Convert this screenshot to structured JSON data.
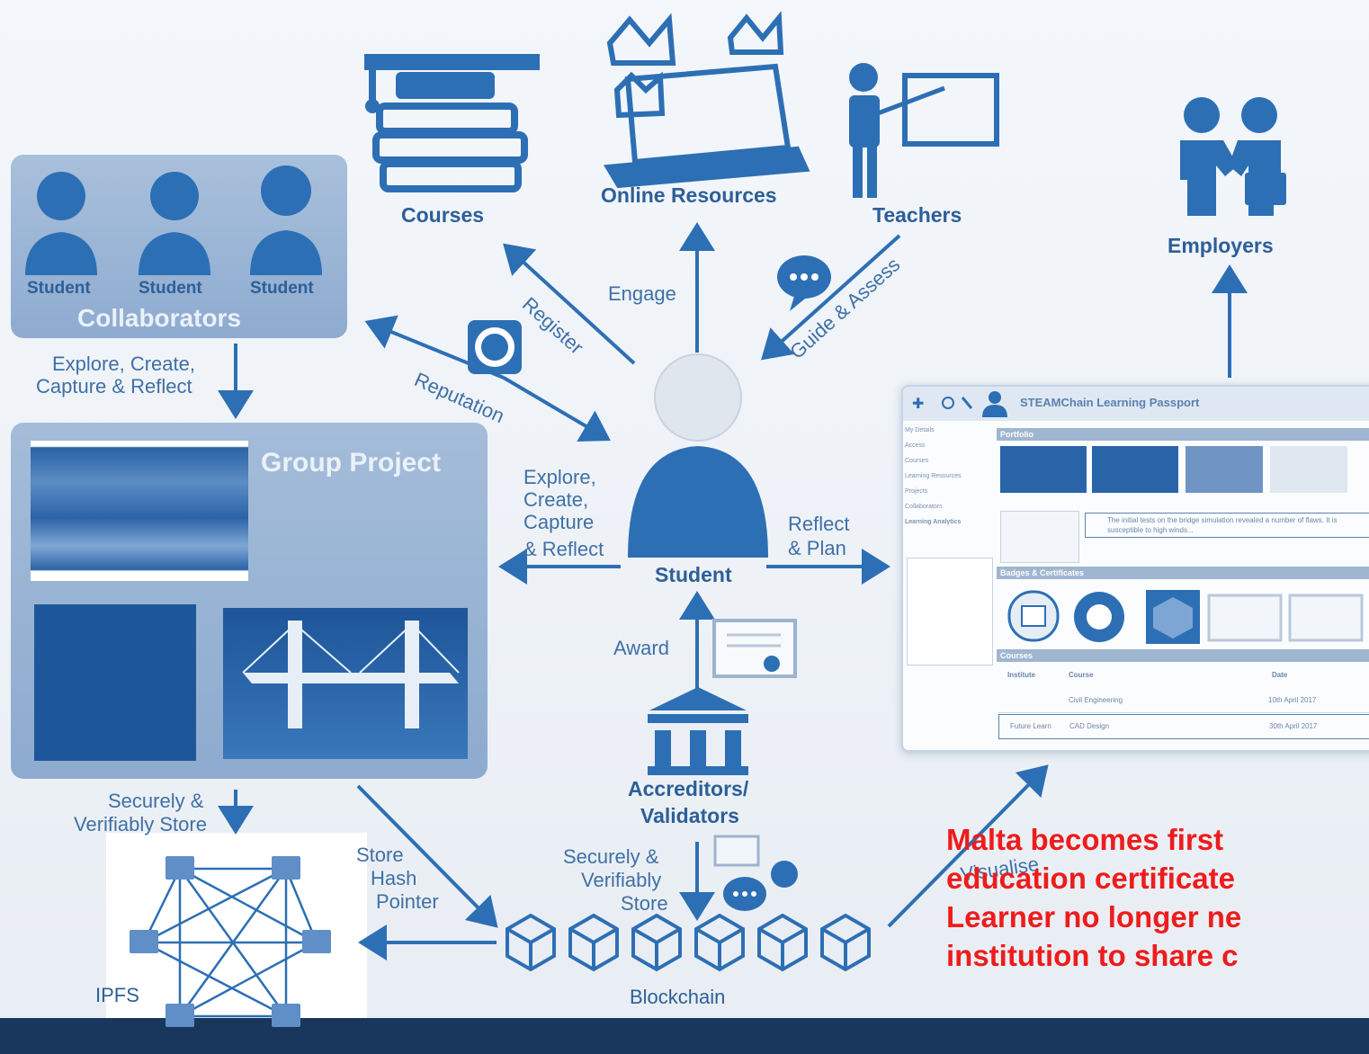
{
  "nodes": {
    "courses": "Courses",
    "online_resources": "Online Resources",
    "teachers": "Teachers",
    "employers": "Employers",
    "student": "Student",
    "accreditors_line1": "Accreditors/",
    "accreditors_line2": "Validators",
    "blockchain": "Blockchain",
    "ipfs": "IPFS",
    "group_project": "Group Project",
    "collaborators": "Collaborators",
    "collab_student_1": "Student",
    "collab_student_2": "Student",
    "collab_student_3": "Student"
  },
  "edges": {
    "register": "Register",
    "engage": "Engage",
    "guide_assess": "Guide & Assess",
    "reputation": "Reputation",
    "explore_left_1": "Explore, Create,",
    "explore_left_2": "Capture & Reflect",
    "explore_mid_1": "Explore,",
    "explore_mid_2": "Create,",
    "explore_mid_3": "Capture",
    "explore_mid_4": "& Reflect",
    "reflect_1": "Reflect",
    "reflect_2": "& Plan",
    "award": "Award",
    "store_left_1": "Securely &",
    "store_left_2": "Verifiably Store",
    "store_hash_1": "Store",
    "store_hash_2": "Hash",
    "store_hash_3": "Pointer",
    "store_mid_1": "Securely &",
    "store_mid_2": "Verifiably",
    "store_mid_3": "Store",
    "visualise": "Visualise"
  },
  "passport": {
    "title": "STEAMChain Learning Passport",
    "menu": [
      "My Details",
      "Access",
      "Courses",
      "Learning Resources",
      "Projects",
      "Collaborators",
      "Learning Analytics"
    ],
    "section_portfolio": "Portfolio",
    "section_badges": "Badges & Certificates",
    "section_courses": "Courses",
    "note": "The initial tests on the bridge simulation revealed a number of flaws. It is susceptible to high winds...",
    "table_headers": [
      "Institute",
      "Course",
      "Date"
    ],
    "rows": [
      {
        "course": "Civil Engineering",
        "date": "10th April 2017"
      },
      {
        "institute": "Future Learn",
        "course": "CAD Design",
        "date": "30th April 2017"
      }
    ]
  },
  "headline": {
    "line1": "Malta becomes first",
    "line2": "education certificate",
    "line3": "Learner no longer ne",
    "line4": "institution to share c"
  },
  "colors": {
    "primary": "#2d6fb4",
    "panel": "#9db6d6",
    "headline": "#ee1c1c",
    "bar": "#19365c"
  }
}
